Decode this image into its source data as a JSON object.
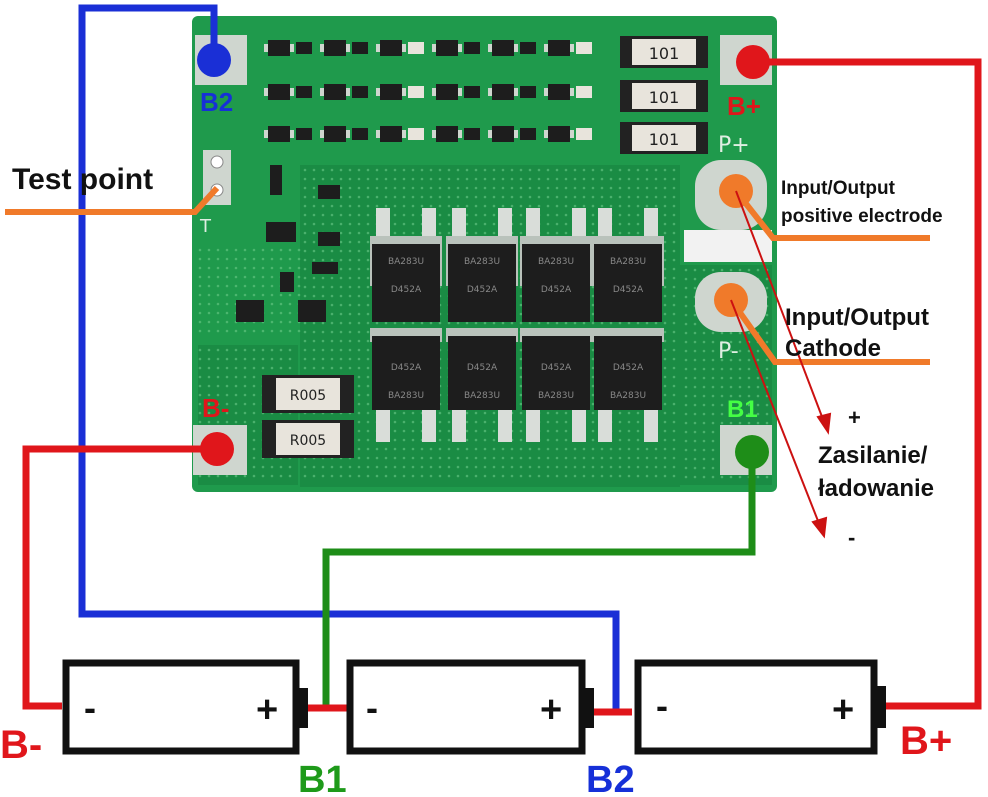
{
  "colors": {
    "pcb": "#1f9a4c",
    "pcb_dark": "#178040",
    "pcb_trace": "#2cad5a",
    "pad": "#cfd6cf",
    "red": "#e0161b",
    "blue": "#1a2fd6",
    "green": "#1e8d18",
    "orange": "#f07a2a",
    "label_red": "#e0161b",
    "label_blue": "#1630d8",
    "label_green": "#1e9a1a",
    "label_green_bright": "#44ff44",
    "black": "#111111",
    "mosfet": "#1d1d1d",
    "resistor_body": "#e8e4dc"
  },
  "board": {
    "pad_labels": {
      "b2": "B2",
      "b_plus": "B+",
      "b_minus": "B-",
      "b1": "B1"
    },
    "silk": {
      "p_plus": "P+",
      "p_minus": "P-",
      "t": "T"
    },
    "shunt_resistors": [
      "R005",
      "R005"
    ],
    "top_resistors": [
      "101",
      "101",
      "101"
    ],
    "mosfet_top_codes": [
      "BA283U",
      "BA283U",
      "BA283U",
      "BA283U"
    ],
    "mosfet_bottom_codes": [
      "D452A",
      "D452A",
      "D452A",
      "D452A"
    ]
  },
  "annotations": {
    "test_point": "Test point",
    "positive_line1": "Input/Output",
    "positive_line2": "positive electrode",
    "cathode_line1": "Input/Output",
    "cathode_line2": "Cathode",
    "plus_sign": "+",
    "supply_line1": "Zasilanie/",
    "supply_line2": "ładowanie",
    "minus_sign": "-"
  },
  "batteries": [
    {
      "minus": "-",
      "plus": "+"
    },
    {
      "minus": "-",
      "plus": "+"
    },
    {
      "minus": "-",
      "plus": "+"
    }
  ],
  "bottom_labels": {
    "b_minus": "B-",
    "b1": "B1",
    "b2": "B2",
    "b_plus": "B+"
  }
}
